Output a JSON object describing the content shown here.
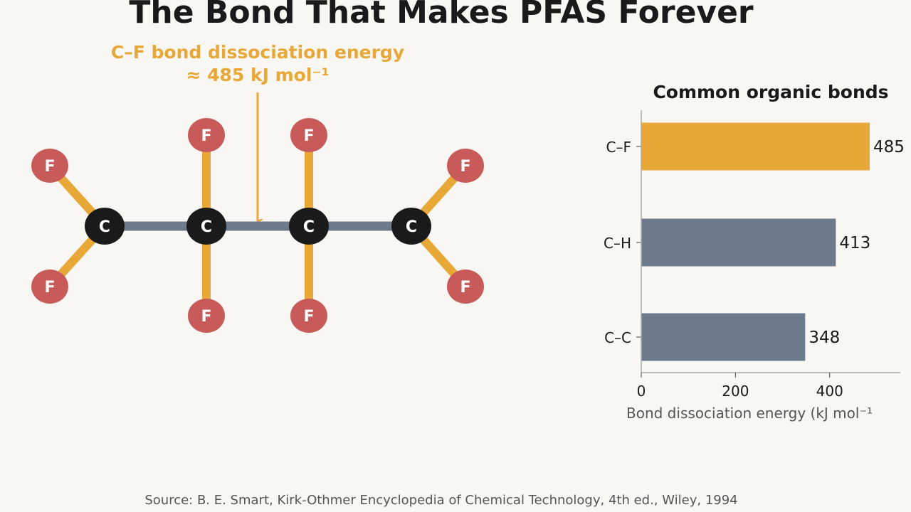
{
  "title": "The Bond That Makes PFAS Forever",
  "annotation": {
    "line1": "C–F bond dissociation energy",
    "line2": "≈ 485 kJ mol⁻¹"
  },
  "molecule": {
    "carbon_label": "C",
    "fluorine_label": "F",
    "colors": {
      "carbon": "#1a1a1a",
      "fluorine": "#c95a5a",
      "cc_bond": "#6b7b8c",
      "cf_bond": "#e8a838"
    }
  },
  "chart_data": {
    "type": "bar",
    "orientation": "horizontal",
    "title": "Common organic bonds",
    "categories": [
      "C–F",
      "C–H",
      "C–C"
    ],
    "values": [
      485,
      413,
      348
    ],
    "colors": [
      "#e8a838",
      "#6b7b8c",
      "#6b7b8c"
    ],
    "xlabel": "Bond dissociation energy (kJ mol⁻¹",
    "xticks": [
      0,
      200,
      400
    ],
    "xlim": [
      0,
      550
    ],
    "grid": false
  },
  "source": "Source: B. E. Smart, Kirk-Othmer Encyclopedia of Chemical Technology, 4th ed., Wiley, 1994"
}
